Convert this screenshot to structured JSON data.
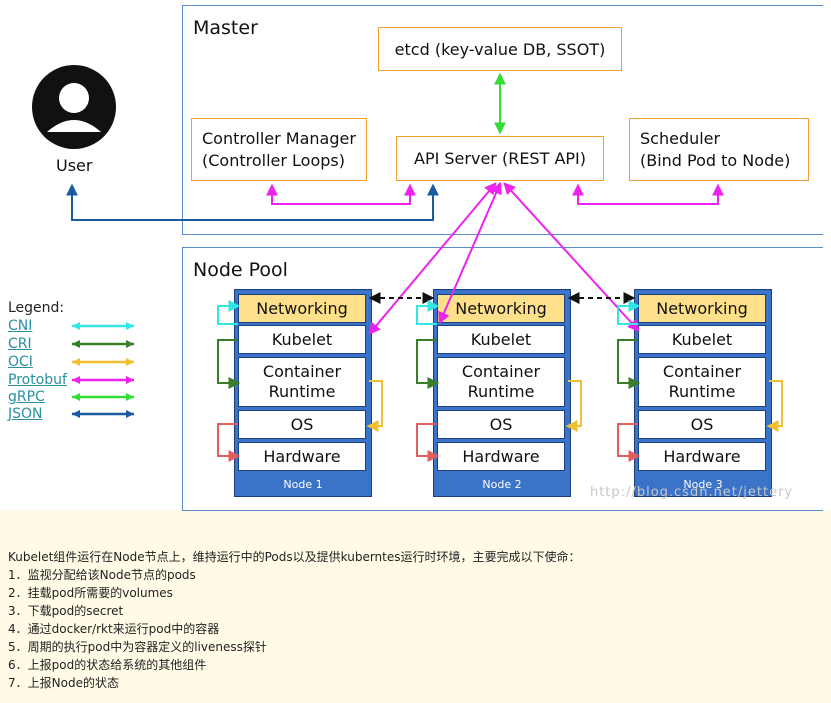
{
  "master": {
    "title": "Master",
    "etcd": "etcd (key-value DB, SSOT)",
    "controller": "Controller Manager\n(Controller Loops)",
    "api": "API Server (REST API)",
    "scheduler": "Scheduler\n(Bind Pod to Node)"
  },
  "user": {
    "label": "User"
  },
  "pool": {
    "title": "Node Pool",
    "nodes": [
      {
        "label": "Node 1"
      },
      {
        "label": "Node 2"
      },
      {
        "label": "Node 3"
      }
    ],
    "layers": {
      "networking": "Networking",
      "kubelet": "Kubelet",
      "runtime": "Container\nRuntime",
      "os": "OS",
      "hardware": "Hardware"
    }
  },
  "legend": {
    "title": "Legend:",
    "items": [
      {
        "label": "CNI",
        "color": "#33e6e6"
      },
      {
        "label": "CRI",
        "color": "#3a7d2a"
      },
      {
        "label": "OCI",
        "color": "#f0c030"
      },
      {
        "label": "Protobuf",
        "color": "#ee22ee"
      },
      {
        "label": "gRPC",
        "color": "#33dd33"
      },
      {
        "label": "JSON",
        "color": "#1a5aa0"
      }
    ]
  },
  "colors": {
    "cni": "#33e6e6",
    "cri": "#3a7d2a",
    "oci": "#f0c030",
    "protobuf": "#ee22ee",
    "grpc": "#33dd33",
    "json": "#1a5aa0",
    "hardware_link": "#e06060"
  },
  "watermark": "http://blog.csdn.net/jettery",
  "caption": {
    "intro": "Kubelet组件运行在Node节点上，维持运行中的Pods以及提供kuberntes运行时环境，主要完成以下使命：",
    "items": [
      "1．监视分配给该Node节点的pods",
      "2．挂载pod所需要的volumes",
      "3．下载pod的secret",
      "4．通过docker/rkt来运行pod中的容器",
      "5．周期的执行pod中为容器定义的liveness探针",
      "6．上报pod的状态给系统的其他组件",
      "7．上报Node的状态"
    ]
  }
}
